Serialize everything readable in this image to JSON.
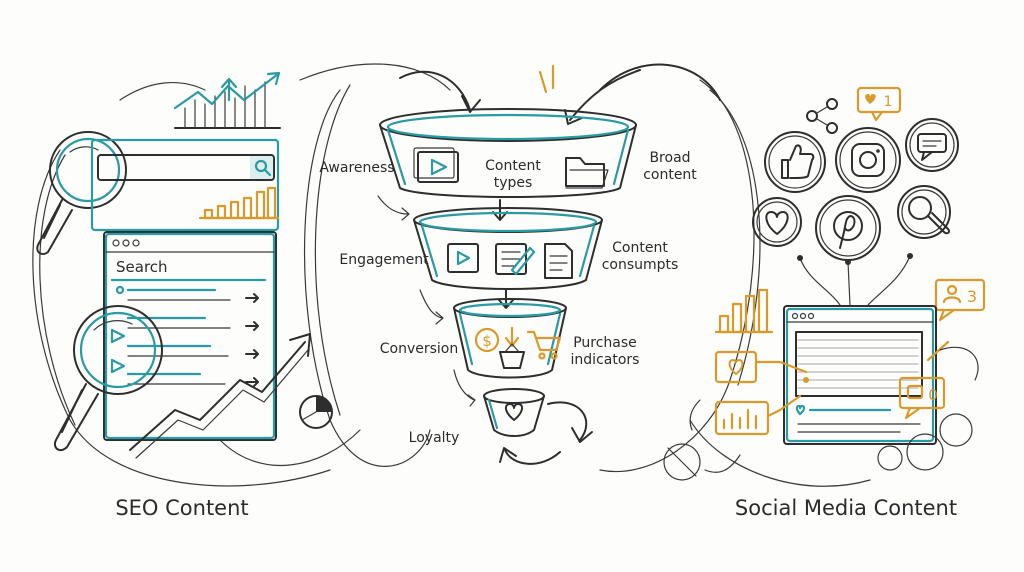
{
  "colors": {
    "ink": "#2e2e2e",
    "teal": "#2a9aa3",
    "orange": "#d99a2b",
    "paper": "#fdfdfc"
  },
  "seo": {
    "title": "SEO Content",
    "search_label": "Search"
  },
  "funnel": {
    "stages": [
      {
        "label": "Awareness",
        "inner": "Content\ntypes",
        "right": "Broad\ncontent"
      },
      {
        "label": "Engagement",
        "inner": "",
        "right": "Content\nconsumpts"
      },
      {
        "label": "Conversion",
        "inner": "",
        "right": "Purchase\nindicators"
      },
      {
        "label": "Loyalty",
        "inner": "",
        "right": ""
      }
    ]
  },
  "social": {
    "title": "Social Media Content",
    "badge_likes": "1",
    "badge_users": "3",
    "badge_comments": "0"
  },
  "icons": [
    "magnifier-icon",
    "search-icon",
    "trend-chart-icon",
    "bar-chart-icon",
    "pie-chart-icon",
    "video-icon",
    "folder-icon",
    "document-icon",
    "dollar-icon",
    "cart-icon",
    "basket-icon",
    "heart-icon",
    "thumbs-up-icon",
    "instagram-icon",
    "chat-icon",
    "pinterest-icon",
    "share-icon",
    "user-icon"
  ]
}
